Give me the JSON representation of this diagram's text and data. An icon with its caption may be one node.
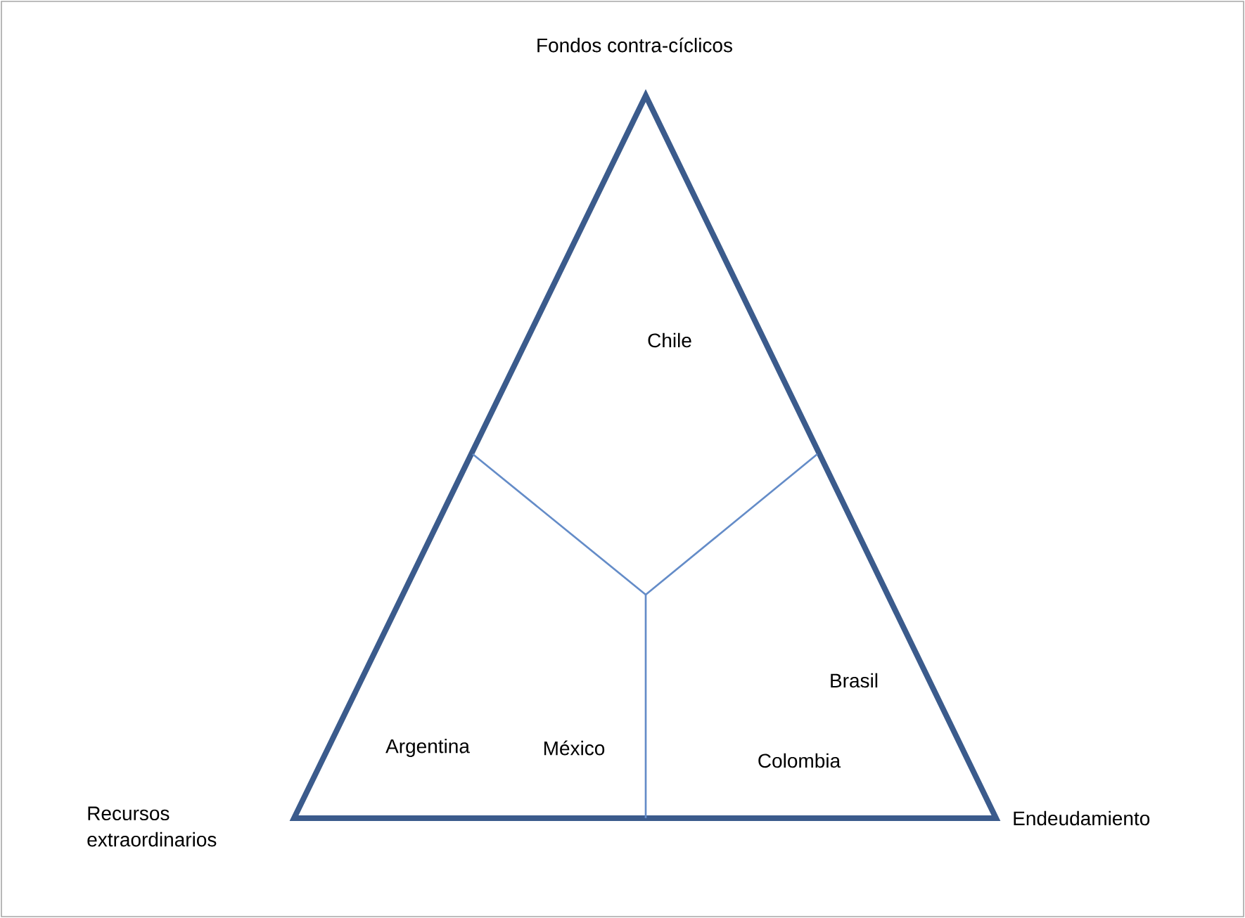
{
  "diagram": {
    "nodes": [
      {
        "text": [
          "Chile",
          "Argentina",
          "México",
          "Brasil",
          "Colombia"
        ],
        "beside": [
          "Fondos contra-cíclicos",
          "Recursos extraordinarios",
          "Endeudamiento"
        ]
      }
    ]
  }
}
